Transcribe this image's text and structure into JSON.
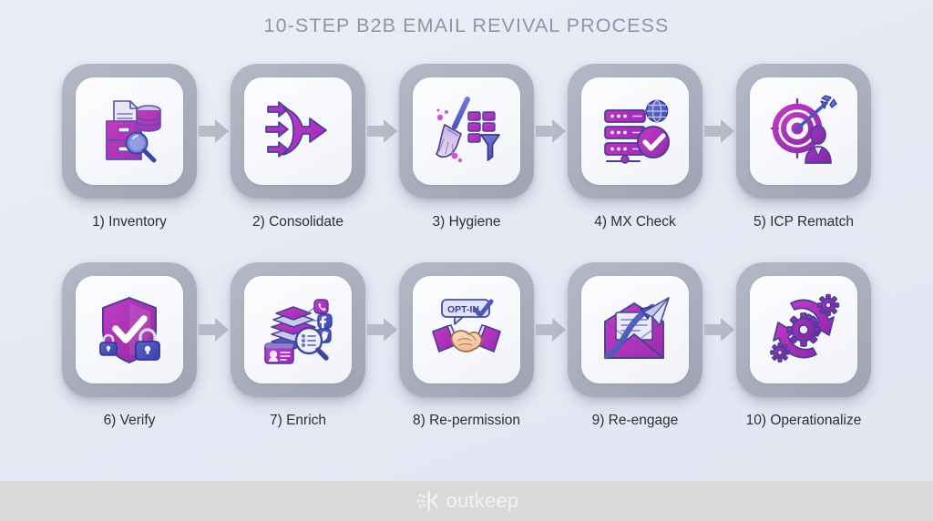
{
  "header": {
    "title": "10-STEP B2B EMAIL REVIVAL PROCESS"
  },
  "colors": {
    "background_top": "#eceef7",
    "background_bottom": "#e3e5f2",
    "title_text": "#8f95a8",
    "frame_grey": "#a9aebd",
    "card_white": "#f8f9fc",
    "label_text": "#2c2f36",
    "accent_purple": "#a431c4",
    "accent_magenta": "#c32fa8",
    "accent_blue": "#5b63c8",
    "accent_light_blue": "#8e9ad8",
    "arrow_grey": "#b7bbc7",
    "footer_bg": "#d9d9d9",
    "footer_text": "#f2f2f2"
  },
  "flow": {
    "rows": [
      {
        "steps": [
          {
            "number": "1)",
            "label": "1) Inventory",
            "icon": "file-cabinet-database-search-icon"
          },
          {
            "number": "2)",
            "label": "2) Consolidate",
            "icon": "merging-arrows-icon"
          },
          {
            "number": "3)",
            "label": "3) Hygiene",
            "icon": "broom-grid-funnel-icon"
          },
          {
            "number": "4)",
            "label": "4) MX Check",
            "icon": "server-globe-check-icon"
          },
          {
            "number": "5)",
            "label": "5) ICP Rematch",
            "icon": "target-arrow-person-icon"
          }
        ]
      },
      {
        "steps": [
          {
            "number": "6)",
            "label": "6) Verify",
            "icon": "shield-check-lock-icon"
          },
          {
            "number": "7)",
            "label": "7) Enrich",
            "icon": "data-layers-social-search-icon"
          },
          {
            "number": "8)",
            "label": "8) Re-permission",
            "icon": "handshake-optin-icon",
            "badge": "OPT-IN"
          },
          {
            "number": "9)",
            "label": "9) Re-engage",
            "icon": "envelope-plane-growth-icon"
          },
          {
            "number": "10)",
            "label": "10) Operationalize",
            "icon": "cycle-arrows-gears-icon"
          }
        ]
      }
    ],
    "connector_icon": "right-arrow-icon"
  },
  "footer": {
    "brand": "outkeep",
    "mark_icon": "outkeep-starburst-k-icon"
  }
}
